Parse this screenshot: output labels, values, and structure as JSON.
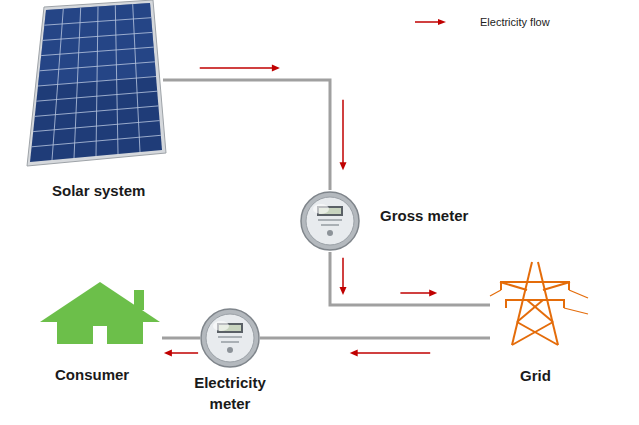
{
  "diagram": {
    "nodes": [
      {
        "text": [
          "Solar system"
        ]
      },
      {
        "text": [
          "Gross meter"
        ]
      },
      {
        "text": [
          "Consumer"
        ]
      },
      {
        "text": [
          "Electricity meter"
        ]
      },
      {
        "text": [
          "Grid"
        ]
      }
    ],
    "edges": [
      {
        "from": 0,
        "to": 1,
        "arrow": "to"
      },
      {
        "from": 1,
        "to": 4,
        "arrow": "to"
      },
      {
        "from": 4,
        "to": 3,
        "arrow": "to"
      },
      {
        "from": 3,
        "to": 2,
        "arrow": "to"
      }
    ],
    "legend": [
      {
        "text": "Electricity flow"
      }
    ]
  }
}
